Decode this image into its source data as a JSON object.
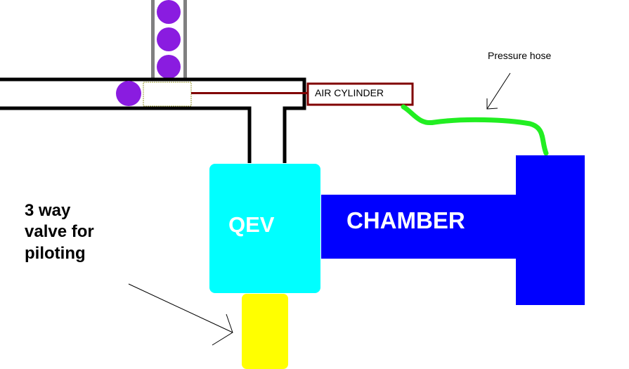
{
  "labels": {
    "air_cylinder": "AIR CYLINDER",
    "pressure_hose": "Pressure hose",
    "qev": "QEV",
    "chamber": "CHAMBER",
    "valve_line1": "3 way",
    "valve_line2": "valve for",
    "valve_line3": "piloting"
  },
  "colors": {
    "qev": "#00ffff",
    "chamber": "#0000ff",
    "valve": "#ffff00",
    "ball": "#8a1ce0",
    "hose": "#22ee22",
    "cylinder": "#800000",
    "pipe": "#000000",
    "magazine": "#808080"
  },
  "icons": {
    "balls": "purple-ball-icon",
    "arrows": "arrow-icon"
  }
}
